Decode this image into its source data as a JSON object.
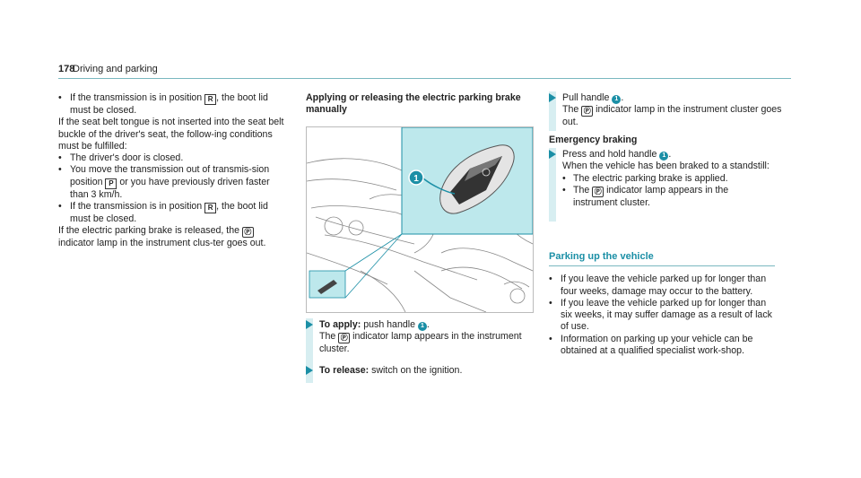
{
  "header": {
    "page_number": "178",
    "title": "Driving and parking"
  },
  "symbols": {
    "r": "R",
    "p": "P",
    "park": "Ⓟ",
    "callout": "1"
  },
  "col1": {
    "b1_pre": "If the transmission is in position ",
    "b1_post": ", the boot lid must be closed.",
    "p1": "If the seat belt tongue is not inserted into the seat belt buckle of the driver's seat, the follow-ing conditions must be fulfilled:",
    "b2": "The driver's door is closed.",
    "b3_pre": "You move the transmission out of transmis-sion position ",
    "b3_post": " or you have previously driven faster than 3 km/h.",
    "b4_pre": "If the transmission is in position ",
    "b4_post": ", the boot lid must be closed.",
    "p2_pre": "If the electric parking brake is released, the ",
    "p2_post": " indicator lamp in the instrument clus-ter goes out."
  },
  "col2": {
    "heading": "Applying or releasing the electric parking brake manually",
    "s1_label": "To apply:",
    "s1_text": " push handle ",
    "s1_line2_pre": "The ",
    "s1_line2_post": " indicator lamp appears in the instrument cluster.",
    "s2_label": "To release:",
    "s2_text": " switch on the ignition."
  },
  "col3": {
    "s1_pre": "Pull handle ",
    "s1_line2_pre": "The ",
    "s1_line2_post": " indicator lamp in the instrument cluster goes out.",
    "emergency_heading": "Emergency braking",
    "s2_pre": "Press and hold handle ",
    "s2_line2": "When the vehicle has been braked to a standstill:",
    "sub1": "The electric parking brake is applied.",
    "sub2_pre": "The ",
    "sub2_post": " indicator lamp appears in the instrument cluster.",
    "section_title": "Parking up the vehicle",
    "b1": "If you leave the vehicle parked up for longer than four weeks, damage may occur to the battery.",
    "b2": "If you leave the vehicle parked up for longer than six weeks, it may suffer damage as a result of lack of use.",
    "b3": "Information on parking up your vehicle can be obtained at a qualified specialist work-shop."
  },
  "colors": {
    "accent": "#1b8fa6",
    "highlight": "#bde8ec"
  }
}
